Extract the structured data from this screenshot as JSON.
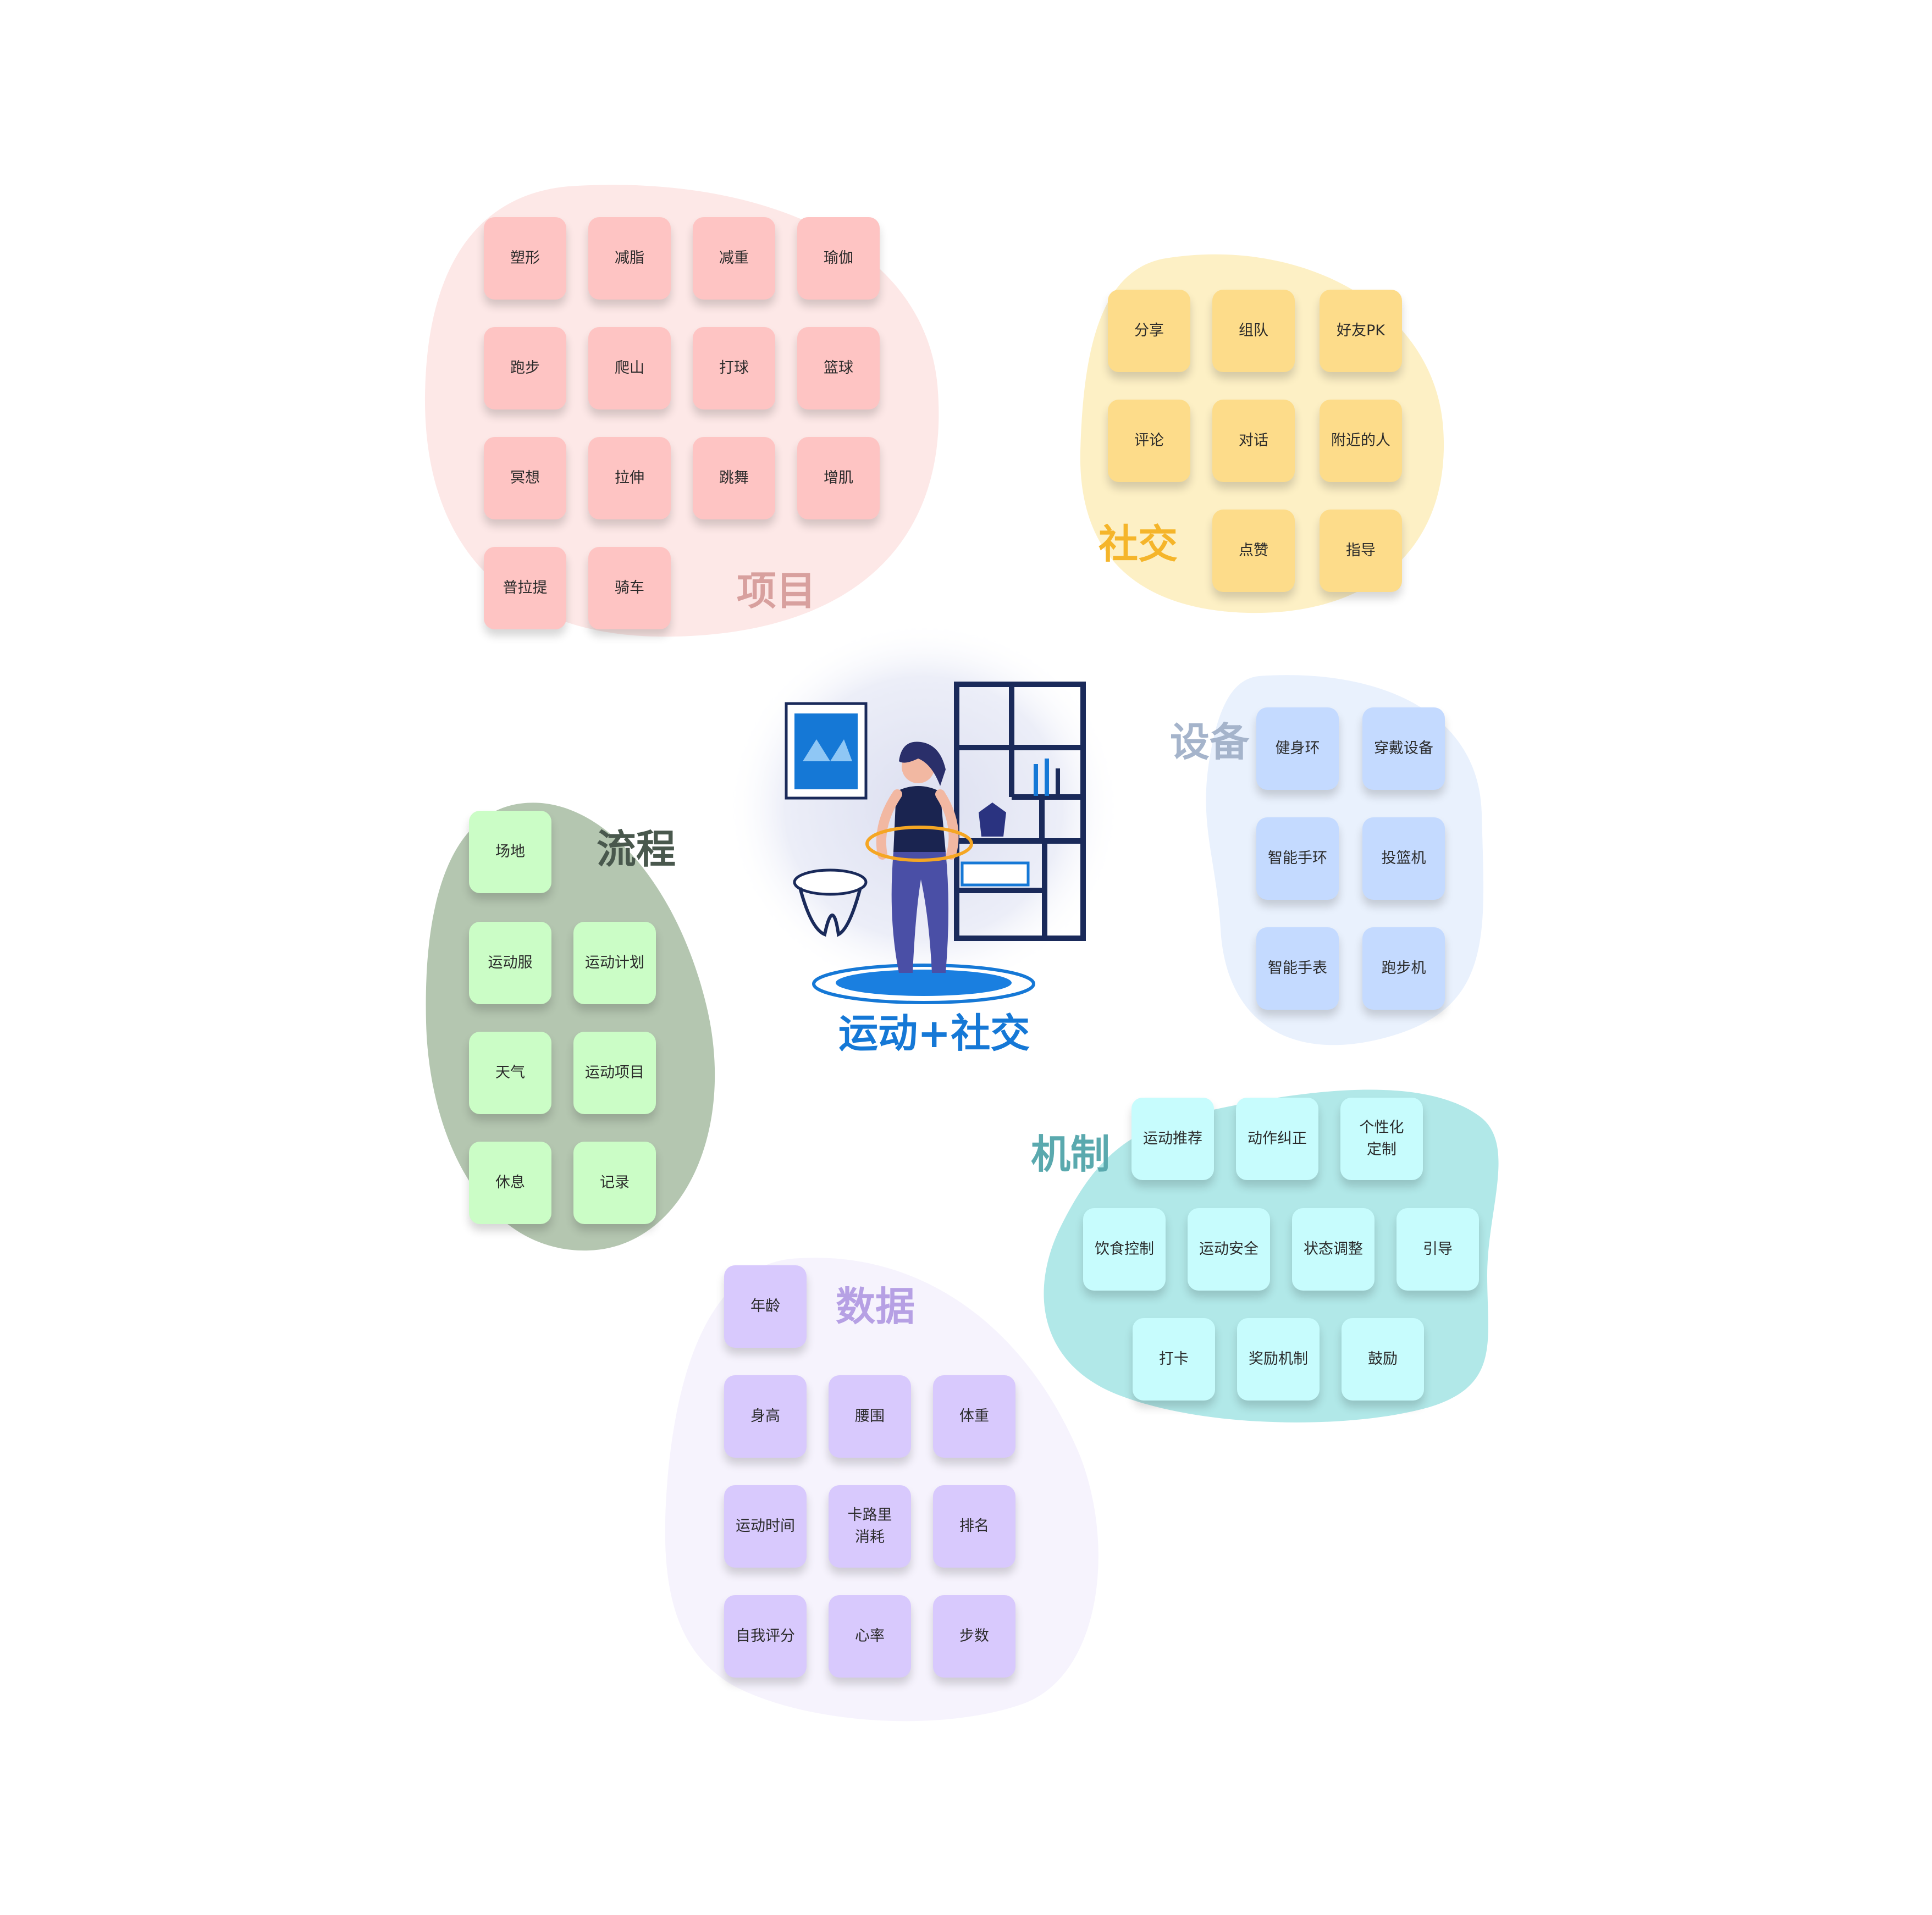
{
  "center": {
    "title": "运动+社交",
    "title_color": "#1578d6",
    "illustration_icon": "woman-with-hula-hoop-illustration"
  },
  "groups": [
    {
      "id": "xiangmu",
      "label": "项目",
      "label_color": "#d8a09e",
      "blob_color": "#fde8e7",
      "note_color": "#fec4c3",
      "items": [
        "塑形",
        "减脂",
        "减重",
        "瑜伽",
        "跑步",
        "爬山",
        "打球",
        "篮球",
        "冥想",
        "拉伸",
        "跳舞",
        "增肌",
        "普拉提",
        "骑车"
      ]
    },
    {
      "id": "shejiao",
      "label": "社交",
      "label_color": "#f5b52a",
      "blob_color": "#fdf0c5",
      "note_color": "#fddc8a",
      "items": [
        "分享",
        "组队",
        "好友PK",
        "评论",
        "对话",
        "附近的人",
        "点赞",
        "指导"
      ]
    },
    {
      "id": "shebei",
      "label": "设备",
      "label_color": "#a5b4cb",
      "blob_color": "#e9f1fd",
      "note_color": "#c4daff",
      "items": [
        "健身环",
        "穿戴设备",
        "智能手环",
        "投篮机",
        "智能手表",
        "跑步机"
      ]
    },
    {
      "id": "liucheng",
      "label": "流程",
      "label_color": "#49584d",
      "blob_color": "#b4c6b0",
      "note_color": "#cbfdc6",
      "items": [
        "场地",
        "运动服",
        "运动计划",
        "天气",
        "运动项目",
        "休息",
        "记录"
      ]
    },
    {
      "id": "jizhi",
      "label": "机制",
      "label_color": "#5aa9ae",
      "blob_color": "#b1e8e8",
      "note_color": "#c7fcfd",
      "items": [
        "运动推荐",
        "动作纠正",
        "个性化\n定制",
        "饮食控制",
        "运动安全",
        "状态调整",
        "引导",
        "打卡",
        "奖励机制",
        "鼓励"
      ]
    },
    {
      "id": "shuju",
      "label": "数据",
      "label_color": "#b6a0e4",
      "blob_color": "#f6f3fd",
      "note_color": "#d8c9fd",
      "items": [
        "年龄",
        "身高",
        "腰围",
        "体重",
        "运动时间",
        "卡路里\n消耗",
        "排名",
        "自我评分",
        "心率",
        "步数"
      ]
    }
  ]
}
